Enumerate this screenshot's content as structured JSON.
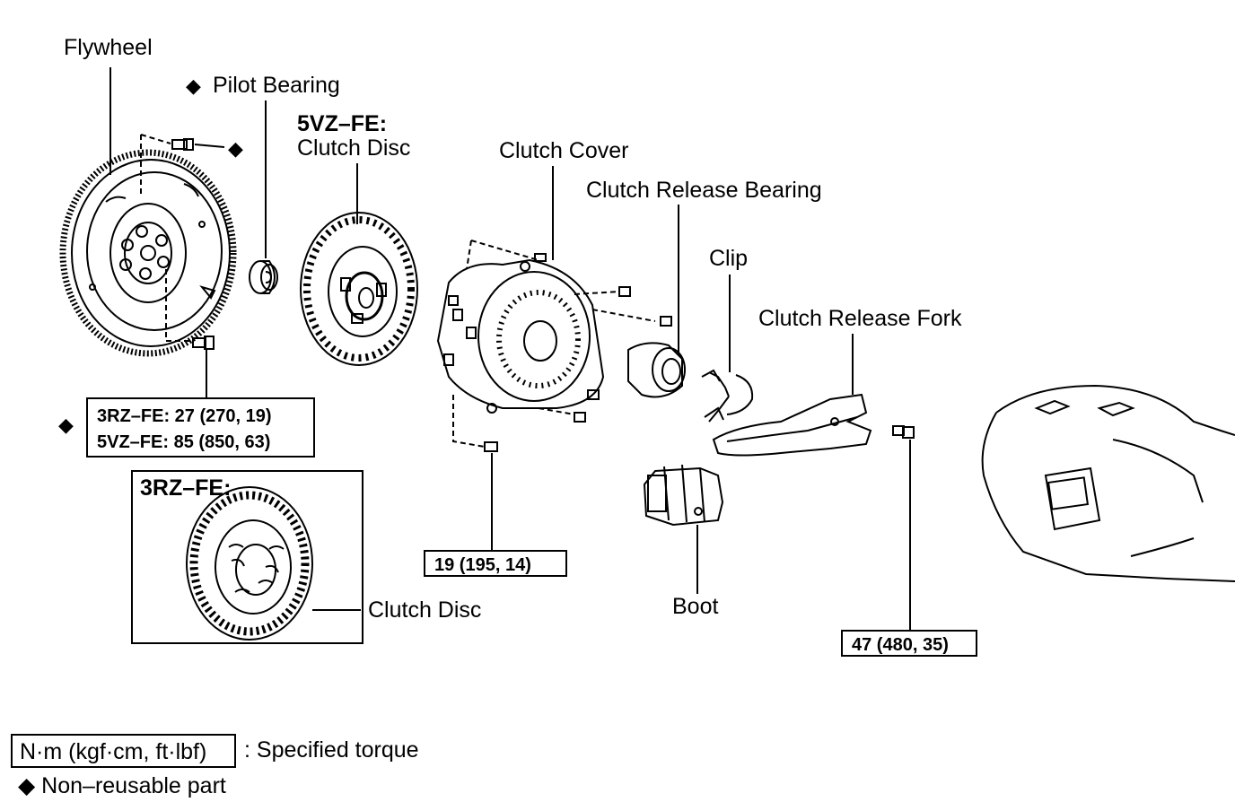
{
  "parts": {
    "flywheel": "Flywheel",
    "pilot_bearing": "Pilot Bearing",
    "engine_5vz": "5VZ–FE:",
    "clutch_disc": "Clutch Disc",
    "clutch_cover": "Clutch Cover",
    "release_bearing": "Clutch Release Bearing",
    "clip": "Clip",
    "release_fork": "Clutch Release Fork",
    "boot": "Boot",
    "engine_3rz": "3RZ–FE:",
    "clutch_disc_3rz": "Clutch Disc"
  },
  "torques": {
    "flywheel_3rz": "3RZ–FE: 27 (270, 19)",
    "flywheel_5vz": "5VZ–FE: 85 (850, 63)",
    "cover": "19 (195, 14)",
    "fork": "47 (480, 35)"
  },
  "symbols": {
    "non_reusable": "◆"
  },
  "legend": {
    "torque_unit": "N·m (kgf·cm, ft·lbf)",
    "torque_desc": ": Specified torque",
    "non_reusable": "◆ Non–reusable part"
  }
}
